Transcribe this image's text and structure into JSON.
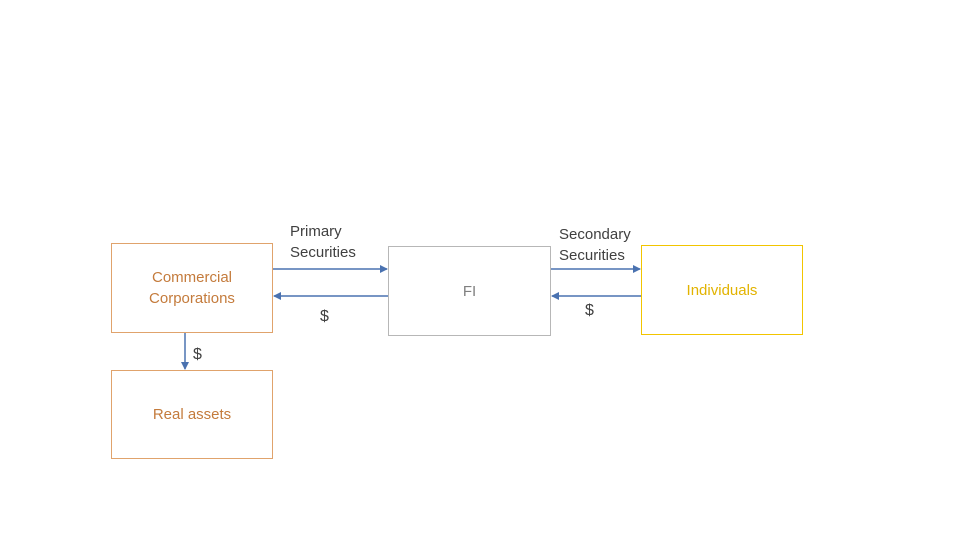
{
  "nodes": {
    "commercial": "Commercial\nCorporations",
    "real_assets": "Real assets",
    "fi": "FI",
    "individuals": "Individuals"
  },
  "labels": {
    "primary": "Primary\nSecurities",
    "secondary": "Secondary\nSecurities",
    "dollar_left": "$",
    "dollar_right": "$",
    "dollar_down": "$"
  },
  "colors": {
    "arrow": "#4a72b0",
    "corp_border": "#e0a36c",
    "corp_text": "#c47b3c",
    "fi_border": "#b7b7b7",
    "individuals_border": "#f2c500"
  }
}
